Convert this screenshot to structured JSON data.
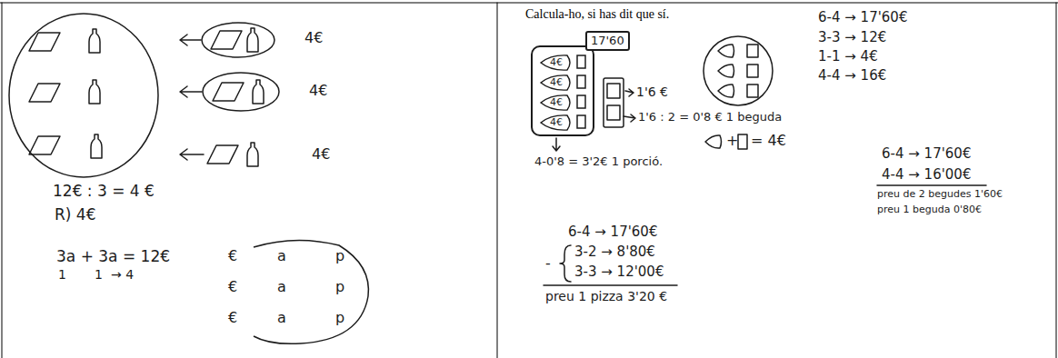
{
  "diagram": {
    "title": "Calcula-ho, si has dit que sí.",
    "nodes": [
      {
        "text": [
          "€",
          "a",
          "p",
          "€",
          "a",
          "p",
          "€",
          "a",
          "p"
        ]
      },
      {
        "text": [
          "17'60"
        ]
      },
      {
        "text": [
          "4€"
        ],
        "in": 1
      },
      {
        "text": [
          "4€"
        ],
        "in": 1
      },
      {
        "text": [
          "4€"
        ],
        "in": 1
      },
      {
        "text": [
          "4€"
        ],
        "in": 1
      }
    ],
    "labels": [
      "4€",
      "4€",
      "4€",
      "12€ : 3 = 4 €",
      "R) 4€",
      "3a + 3a = 12€",
      "1",
      "1",
      "→ 4",
      "1'6 €",
      "1'6 : 2 = 0'8 € 1 beguda",
      "4-0'8 = 3'2€ 1 porció.",
      "+",
      "= 4€",
      "6-4 → 17'60€",
      "3-3 → 12€",
      "1-1 → 4€",
      "4-4 → 16€",
      "6-4 → 17'60€",
      "4-4 → 16'00€",
      "preu de 2 begudes 1'60€",
      "preu 1 beguda 0'80€",
      "6-4 → 17'60€",
      "3-2 → 8'80€",
      "-",
      "3-3 → 12'00€",
      "preu 1 pizza 3'20 €"
    ]
  }
}
